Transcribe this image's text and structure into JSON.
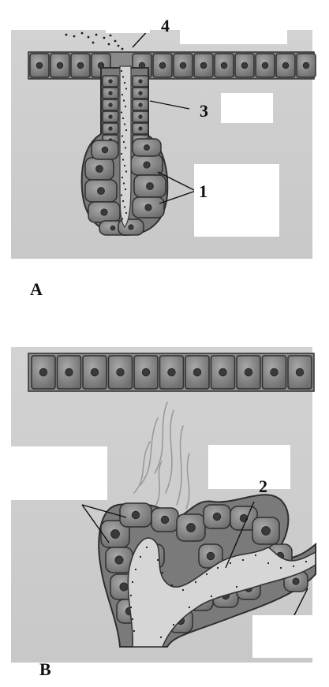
{
  "panels": {
    "a": {
      "letter": "A"
    },
    "b": {
      "letter": "B"
    }
  },
  "labels": {
    "l1": "1",
    "l2": "2",
    "l3": "3",
    "l4": "4"
  },
  "colors": {
    "panel_bg": "#cdcdcd",
    "cell_fill": "#8e8e8e",
    "cell_dark": "#6a6a6a",
    "cell_edge": "#2f2f2f",
    "nucleus": "#3a3a3a",
    "lumen": "#d9d9d9",
    "secretion_dot": "#1a1a1a",
    "label_box": "#ffffff",
    "streak": "#9a9a9a"
  }
}
